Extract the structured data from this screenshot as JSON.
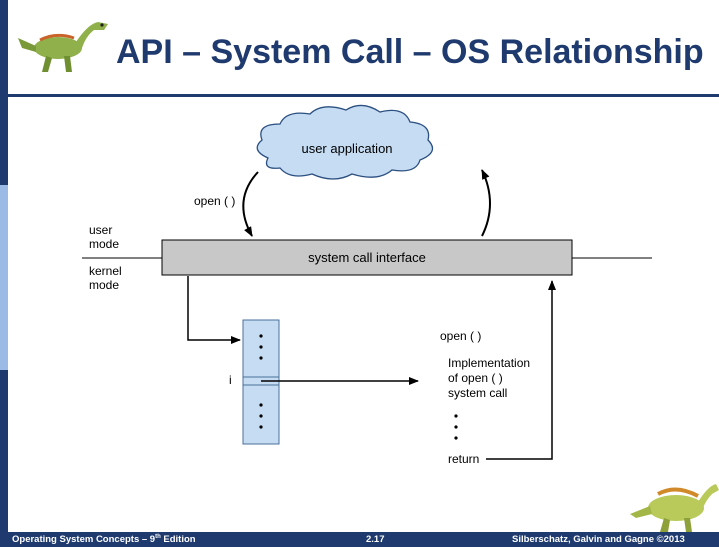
{
  "slide": {
    "title": "API – System Call – OS Relationship",
    "footer_left_main": "Operating System Concepts – 9",
    "footer_left_sup": "th",
    "footer_left_tail": " Edition",
    "footer_center": "2.17",
    "footer_right": "Silberschatz, Galvin and Gagne ©2013"
  },
  "diagram": {
    "user_application": "user application",
    "open_call": "open ( )",
    "user_mode_line1": "user",
    "user_mode_line2": "mode",
    "kernel_mode_line1": "kernel",
    "kernel_mode_line2": "mode",
    "system_call_interface": "system call interface",
    "table_index": "i",
    "impl_open": "open ( )",
    "impl_line1": "Implementation",
    "impl_line2": "of open ( )",
    "impl_line3": "system call",
    "impl_return": "return"
  },
  "colors": {
    "brand": "#1f3a6e",
    "accent": "#9bbbe6",
    "cloud_fill": "#c5dcf2",
    "interface_fill": "#c8c8c8",
    "table_fill": "#c5dcf2"
  },
  "icons": [
    "dinosaur-logo-icon",
    "dinosaur-corner-icon"
  ]
}
